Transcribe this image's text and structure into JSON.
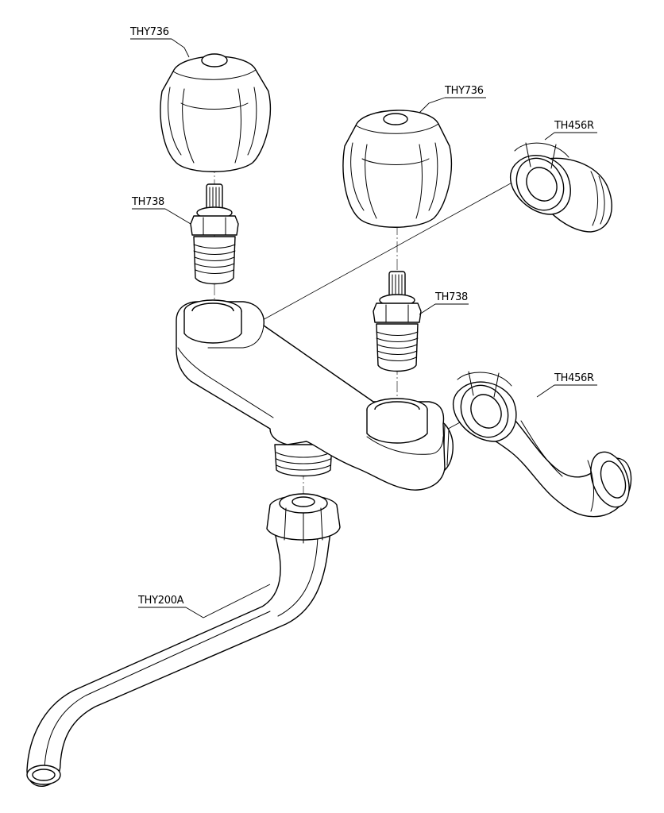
{
  "labels": {
    "knob_left": "THY736",
    "knob_right": "THY736",
    "cartridge_left": "TH738",
    "cartridge_right": "TH738",
    "connector_top": "TH456R",
    "connector_bottom": "TH456R",
    "spout": "THY200A"
  },
  "colors": {
    "line": "#000000",
    "background": "#ffffff"
  }
}
